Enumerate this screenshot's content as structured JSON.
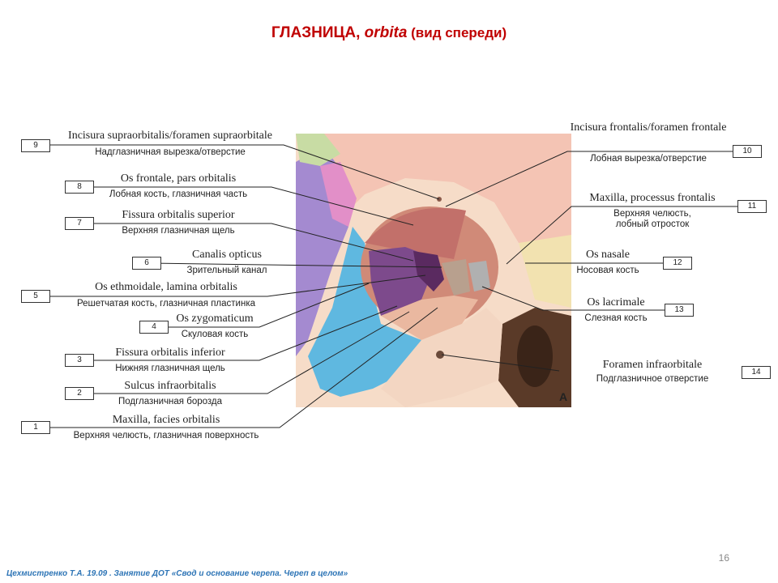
{
  "title": {
    "main": "ГЛАЗНИЦА, ",
    "latin": "orbita",
    "sub": " (вид спереди)"
  },
  "figure_letter": "A",
  "labels": [
    {
      "num": "9",
      "lat": "Incisura supraorbitalis/foramen supraorbitale",
      "rus": "Надглазничная вырезка/отверстие"
    },
    {
      "num": "8",
      "lat": "Os frontale, pars orbitalis",
      "rus": "Лобная кость, глазничная часть"
    },
    {
      "num": "7",
      "lat": "Fissura orbitalis superior",
      "rus": "Верхняя глазничная щель"
    },
    {
      "num": "6",
      "lat": "Canalis opticus",
      "rus": "Зрительный канал"
    },
    {
      "num": "5",
      "lat": "Os ethmoidale, lamina orbitalis",
      "rus": "Решетчатая кость, глазничная пластинка"
    },
    {
      "num": "4",
      "lat": "Os zygomaticum",
      "rus": "Скуловая кость"
    },
    {
      "num": "3",
      "lat": "Fissura orbitalis inferior",
      "rus": "Нижняя глазничная щель"
    },
    {
      "num": "2",
      "lat": "Sulcus infraorbitalis",
      "rus": "Подглазничная борозда"
    },
    {
      "num": "1",
      "lat": "Maxilla, facies orbitalis",
      "rus": "Верхняя челюсть, глазничная поверхность"
    },
    {
      "num": "10",
      "lat": "Incisura frontalis/foramen frontale",
      "rus": "Лобная вырезка/отверстие"
    },
    {
      "num": "11",
      "lat": "Maxilla, processus frontalis",
      "rus": "Верхняя челюсть, лобный отросток"
    },
    {
      "num": "12",
      "lat": "Os nasale",
      "rus": "Носовая кость"
    },
    {
      "num": "13",
      "lat": "Os lacrimale",
      "rus": "Слезная кость"
    },
    {
      "num": "14",
      "lat": "Foramen infraorbitale",
      "rus": "Подглазничное отверстие"
    }
  ],
  "page_number": "16",
  "footer": "Цехмистренко Т.А. 19.09 . Занятие ДОТ «Свод  и основание черепа. Череп в целом»"
}
